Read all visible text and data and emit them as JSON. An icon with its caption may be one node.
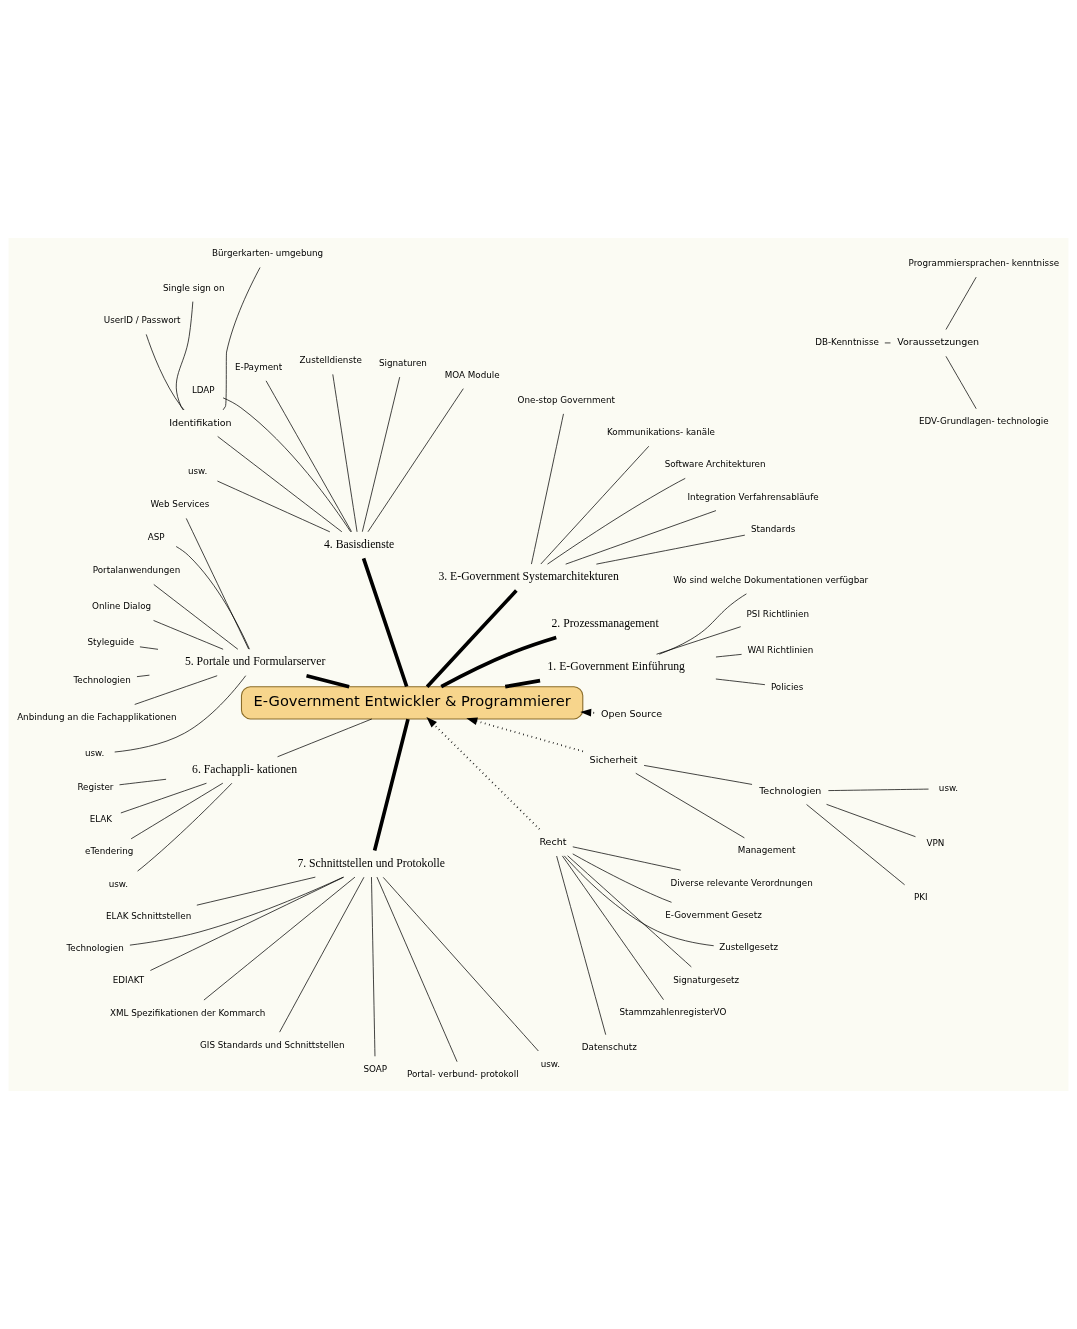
{
  "diagram": {
    "nodes": [
      {
        "text": [
          "Voraussetzungen"
        ]
      },
      {
        "text": [
          "Programmiersprachen- kenntnisse"
        ]
      },
      {
        "text": [
          "DB-Kenntnisse"
        ]
      },
      {
        "text": [
          "EDV-Grundlagen- technologie"
        ]
      },
      {
        "text": [
          "Recht"
        ]
      },
      {
        "text": [
          "Datenschutz"
        ]
      },
      {
        "text": [
          "StammzahlenregisterVO"
        ]
      },
      {
        "text": [
          "Signaturgesetz"
        ]
      },
      {
        "text": [
          "Zustellgesetz"
        ]
      },
      {
        "text": [
          "E-Government Gesetz"
        ]
      },
      {
        "text": [
          "Diverse relevante Verordnungen"
        ]
      },
      {
        "text": [
          "Sicherheit"
        ]
      },
      {
        "text": [
          "Management"
        ]
      },
      {
        "text": [
          "Technologien"
        ]
      },
      {
        "text": [
          "PKI"
        ]
      },
      {
        "text": [
          "VPN"
        ]
      },
      {
        "text": [
          "usw."
        ]
      },
      {
        "text": [
          "Open Source"
        ]
      },
      {
        "text": [
          "E-Government Entwickler & Programmierer"
        ]
      },
      {
        "text": [
          "1. E-Government Einführung"
        ]
      },
      {
        "text": [
          "Policies"
        ]
      },
      {
        "text": [
          "WAI Richtlinien"
        ]
      },
      {
        "text": [
          "PSI Richtlinien"
        ]
      },
      {
        "text": [
          "Wo sind welche Dokumentationen verfügbar"
        ]
      },
      {
        "text": [
          "2. Prozessmanagement"
        ]
      },
      {
        "text": [
          "3. E-Government Systemarchitekturen"
        ]
      },
      {
        "text": [
          "Standards"
        ]
      },
      {
        "text": [
          "Integration Verfahrensabläufe"
        ]
      },
      {
        "text": [
          "Software Architekturen"
        ]
      },
      {
        "text": [
          "Kommunikations- kanäle"
        ]
      },
      {
        "text": [
          "One-stop Government"
        ]
      },
      {
        "text": [
          "4. Basisdienste"
        ]
      },
      {
        "text": [
          "MOA Module"
        ]
      },
      {
        "text": [
          "Signaturen"
        ]
      },
      {
        "text": [
          "Zustelldienste"
        ]
      },
      {
        "text": [
          "E-Payment"
        ]
      },
      {
        "text": [
          "LDAP"
        ]
      },
      {
        "text": [
          "Identifikation"
        ]
      },
      {
        "text": [
          "Bürgerkarten- umgebung"
        ]
      },
      {
        "text": [
          "Single sign on"
        ]
      },
      {
        "text": [
          "UserID / Passwort"
        ]
      },
      {
        "text": [
          "usw."
        ]
      },
      {
        "text": [
          "5. Portale und Formularserver"
        ]
      },
      {
        "text": [
          "Web Services"
        ]
      },
      {
        "text": [
          "ASP"
        ]
      },
      {
        "text": [
          "Portalanwendungen"
        ]
      },
      {
        "text": [
          "Online Dialog"
        ]
      },
      {
        "text": [
          "Styleguide"
        ]
      },
      {
        "text": [
          "Technologien"
        ]
      },
      {
        "text": [
          "Anbindung an die Fachapplikationen"
        ]
      },
      {
        "text": [
          "usw."
        ]
      },
      {
        "text": [
          "6. Fachappli- kationen"
        ]
      },
      {
        "text": [
          "Register"
        ]
      },
      {
        "text": [
          "ELAK"
        ]
      },
      {
        "text": [
          "eTendering"
        ]
      },
      {
        "text": [
          "usw."
        ]
      },
      {
        "text": [
          "7. Schnittstellen und Protokolle"
        ]
      },
      {
        "text": [
          "ELAK Schnittstellen"
        ]
      },
      {
        "text": [
          "Technologien"
        ]
      },
      {
        "text": [
          "EDIAKT"
        ]
      },
      {
        "text": [
          "XML Spezifikationen der Kommarch"
        ]
      },
      {
        "text": [
          "GIS Standards und Schnittstellen"
        ]
      },
      {
        "text": [
          "SOAP"
        ]
      },
      {
        "text": [
          "Portal- verbund- protokoll"
        ]
      },
      {
        "text": [
          "usw."
        ]
      }
    ],
    "edges": [
      {
        "from": 0,
        "to": 1,
        "arrow": "none"
      },
      {
        "from": 0,
        "to": 2,
        "arrow": "none"
      },
      {
        "from": 0,
        "to": 3,
        "arrow": "none"
      },
      {
        "from": 4,
        "to": 5,
        "arrow": "none"
      },
      {
        "from": 4,
        "to": 6,
        "arrow": "none"
      },
      {
        "from": 4,
        "to": 7,
        "arrow": "none"
      },
      {
        "from": 4,
        "to": 8,
        "arrow": "none"
      },
      {
        "from": 4,
        "to": 9,
        "arrow": "none"
      },
      {
        "from": 4,
        "to": 10,
        "arrow": "none"
      },
      {
        "from": 11,
        "to": 12,
        "arrow": "none"
      },
      {
        "from": 11,
        "to": 13,
        "arrow": "none"
      },
      {
        "from": 13,
        "to": 14,
        "arrow": "none"
      },
      {
        "from": 13,
        "to": 15,
        "arrow": "none"
      },
      {
        "from": 13,
        "to": 16,
        "arrow": "none"
      },
      {
        "from": 4,
        "to": 18,
        "arrow": "to",
        "style": "dashed"
      },
      {
        "from": 11,
        "to": 18,
        "arrow": "to",
        "style": "dashed"
      },
      {
        "from": 17,
        "to": 18,
        "arrow": "to",
        "style": "dashed"
      },
      {
        "from": 18,
        "to": 19,
        "arrow": "none",
        "style": "thick"
      },
      {
        "from": 19,
        "to": 20,
        "arrow": "none"
      },
      {
        "from": 19,
        "to": 21,
        "arrow": "none"
      },
      {
        "from": 19,
        "to": 22,
        "arrow": "none"
      },
      {
        "from": 19,
        "to": 23,
        "arrow": "none"
      },
      {
        "from": 18,
        "to": 24,
        "arrow": "none",
        "style": "thick"
      },
      {
        "from": 18,
        "to": 25,
        "arrow": "none",
        "style": "thick"
      },
      {
        "from": 25,
        "to": 26,
        "arrow": "none"
      },
      {
        "from": 25,
        "to": 27,
        "arrow": "none"
      },
      {
        "from": 25,
        "to": 28,
        "arrow": "none"
      },
      {
        "from": 25,
        "to": 29,
        "arrow": "none"
      },
      {
        "from": 25,
        "to": 30,
        "arrow": "none"
      },
      {
        "from": 18,
        "to": 31,
        "arrow": "none",
        "style": "thick"
      },
      {
        "from": 31,
        "to": 32,
        "arrow": "none"
      },
      {
        "from": 31,
        "to": 33,
        "arrow": "none"
      },
      {
        "from": 31,
        "to": 34,
        "arrow": "none"
      },
      {
        "from": 31,
        "to": 35,
        "arrow": "none"
      },
      {
        "from": 31,
        "to": 36,
        "arrow": "none"
      },
      {
        "from": 31,
        "to": 37,
        "arrow": "none"
      },
      {
        "from": 37,
        "to": 38,
        "arrow": "none"
      },
      {
        "from": 37,
        "to": 39,
        "arrow": "none"
      },
      {
        "from": 37,
        "to": 40,
        "arrow": "none"
      },
      {
        "from": 31,
        "to": 41,
        "arrow": "none"
      },
      {
        "from": 18,
        "to": 42,
        "arrow": "none",
        "style": "thick"
      },
      {
        "from": 42,
        "to": 43,
        "arrow": "none"
      },
      {
        "from": 42,
        "to": 44,
        "arrow": "none"
      },
      {
        "from": 42,
        "to": 45,
        "arrow": "none"
      },
      {
        "from": 42,
        "to": 46,
        "arrow": "none"
      },
      {
        "from": 42,
        "to": 47,
        "arrow": "none"
      },
      {
        "from": 42,
        "to": 48,
        "arrow": "none"
      },
      {
        "from": 42,
        "to": 49,
        "arrow": "none"
      },
      {
        "from": 42,
        "to": 50,
        "arrow": "none"
      },
      {
        "from": 18,
        "to": 51,
        "arrow": "none"
      },
      {
        "from": 51,
        "to": 52,
        "arrow": "none"
      },
      {
        "from": 51,
        "to": 53,
        "arrow": "none"
      },
      {
        "from": 51,
        "to": 54,
        "arrow": "none"
      },
      {
        "from": 51,
        "to": 55,
        "arrow": "none"
      },
      {
        "from": 18,
        "to": 56,
        "arrow": "none",
        "style": "thick"
      },
      {
        "from": 56,
        "to": 57,
        "arrow": "none"
      },
      {
        "from": 56,
        "to": 58,
        "arrow": "none"
      },
      {
        "from": 56,
        "to": 59,
        "arrow": "none"
      },
      {
        "from": 56,
        "to": 60,
        "arrow": "none"
      },
      {
        "from": 56,
        "to": 61,
        "arrow": "none"
      },
      {
        "from": 56,
        "to": 62,
        "arrow": "none"
      },
      {
        "from": 56,
        "to": 63,
        "arrow": "none"
      },
      {
        "from": 56,
        "to": 64,
        "arrow": "none"
      }
    ]
  }
}
